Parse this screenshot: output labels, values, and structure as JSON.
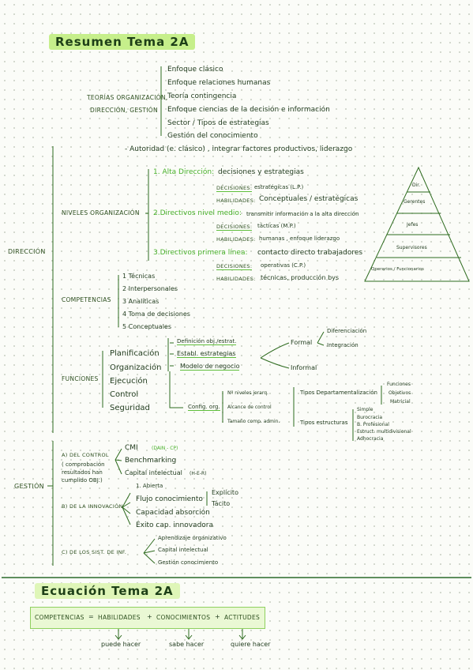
{
  "title1": "Resumen Tema 2A",
  "theories": {
    "label_line1": "Teorías organización,",
    "label_line2": "dirección, gestión",
    "items": [
      "Enfoque clásico",
      "Enfoque relaciones humanas",
      "Teoría contingencia",
      "Enfoque ciencias de la decisión e información",
      "Sector / Tipos de estrategias",
      "Gestión del conocimiento"
    ]
  },
  "direccion": {
    "label": "Dirección",
    "autoridad": "- Autoridad (e. clásico) , integrar factores productivos, liderazgo",
    "niveles": {
      "label": "Niveles organización",
      "alta": {
        "title": "1. Alta Dirección:",
        "desc": "decisiones y estrategias",
        "decisiones_label": "Decisiones:",
        "decisiones_value": "estratégicas (L.P.)",
        "habilidades_label": "Habilidades:",
        "habilidades_value": "Conceptuales / estratégicas"
      },
      "medio": {
        "title": "2.Directivos nivel medio:",
        "desc": "transmitir información a la alta dirección",
        "decisiones_label": "Decisiones:",
        "decisiones_value": "tácticas (M.P.)",
        "habilidades_label": "Habilidades:",
        "habilidades_value": "humanas , enfoque liderazgo"
      },
      "primera": {
        "title": "3.Directivos primera línea:",
        "desc": "contacto directo trabajadores",
        "decisiones_label": "Decisiones:",
        "decisiones_value": "operativas (C.P.)",
        "habilidades_label": "Habilidades:",
        "habilidades_value": "técnicas, producción bys"
      }
    },
    "pyramid": [
      "Dir.",
      "Gerentes",
      "Jefes",
      "Supervisores",
      "Operarios / Funcionarios"
    ],
    "competencias": {
      "label": "Competencias",
      "items": [
        "1 Técnicas",
        "2 Interpersonales",
        "3 Analíticas",
        "4 Toma de decisiones",
        "5 Conceptuales"
      ]
    },
    "funciones": {
      "label": "Funciones",
      "items": [
        "Planificación",
        "Organización",
        "Ejecución",
        "Control",
        "Seguridad"
      ],
      "plan_items": [
        "Definición obj./estrat.",
        "Establ. estrategias",
        "Modelo de negocio"
      ],
      "formal": "Formal",
      "formal_items": [
        "Diferenciación",
        "Integración"
      ],
      "informal": "Informal",
      "config": "Config. org.",
      "config_items": [
        "Nº niveles jerarq.",
        "Alcance de control",
        "Tamaño comp. admin."
      ],
      "tipos_dep": "Tipos Departamentalización",
      "tipos_dep_items": [
        "Funciones",
        "Objetivos",
        "Matricial"
      ],
      "tipos_est": "Tipos estructuras",
      "tipos_est_items": [
        "Simple",
        "Burocracia",
        "B. Profesional",
        "Estruct. multidivisional",
        "Adhocracia"
      ]
    }
  },
  "gestion": {
    "label": "Gestión",
    "control": {
      "label": "A) Del control",
      "paren": [
        "( comprobación",
        "resultados han",
        "cumplido OBJ.)"
      ],
      "items": [
        "CMI",
        "Benchmarking",
        "Capital intelectual"
      ],
      "cmi_note": "(DAIN - CP)",
      "capital_note": "(H-E-R)"
    },
    "innovacion": {
      "label": "B) De la innovación",
      "items": [
        "1. Abierta",
        "Flujo conocimiento",
        "Capacidad absorción",
        "Éxito cap. innovadora"
      ],
      "flujo_items": [
        "Explícito",
        "Tácito"
      ]
    },
    "sist": {
      "label": "C) De los sist. de inf.",
      "items": [
        "Aprendizaje organizativo",
        "Capital intelectual",
        "Gestión conocimiento"
      ]
    }
  },
  "title2": "Ecuación Tema 2A",
  "equation": {
    "competencias": "Competencias",
    "eq": "=",
    "habilidades": "Habilidades",
    "plus1": "+",
    "conocimientos": "Conocimientos",
    "plus2": "+",
    "actitudes": "Actitudes",
    "under": [
      "puede hacer",
      "sabe hacer",
      "quiere hacer"
    ]
  }
}
